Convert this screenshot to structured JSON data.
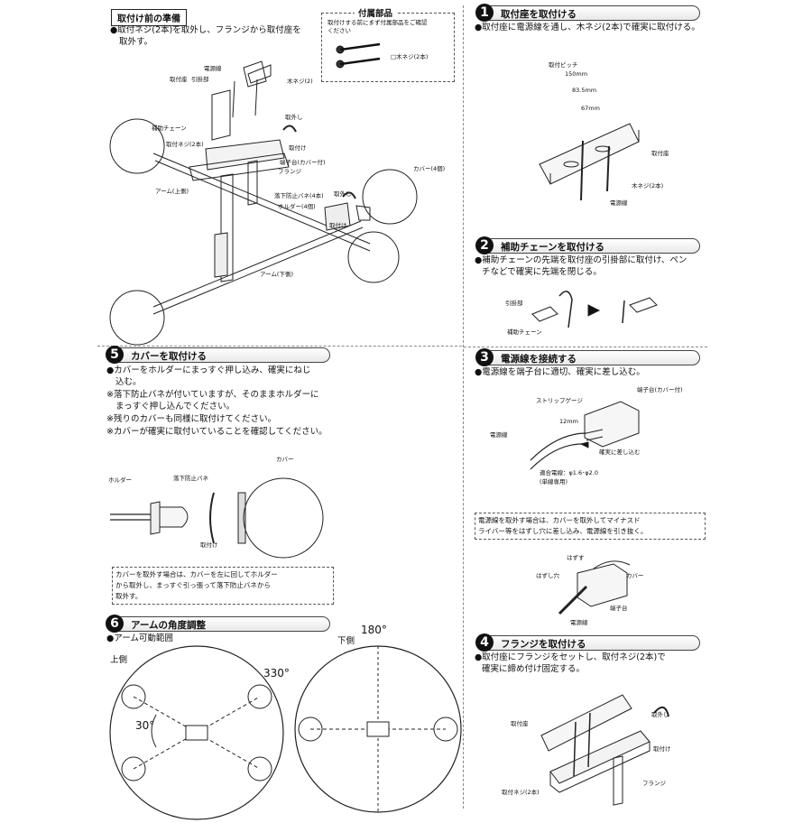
{
  "prep": {
    "title": "取付け前の準備",
    "line1": "●取付ネジ(2本)を取外し、フランジから取付座を",
    "line2": "取外す。",
    "parts_title": "付属部品",
    "parts_note1": "取付けする前にまず付属部品をご確認",
    "parts_note2": "ください",
    "parts_item": "□木ネジ(2本)",
    "labels": {
      "wire": "電源線",
      "mount": "取付座",
      "hook": "引掛部",
      "woodscrew": "木ネジ(2)",
      "chain": "補助チェーン",
      "remove": "取外し",
      "install": "取付け",
      "screws": "取付ネジ(2本)",
      "flange": "フランジ",
      "terminal": "端子台(カバー付)",
      "cover": "カバー(4個)",
      "arm_top": "アーム(上側)",
      "spring": "落下防止バネ(4本)",
      "holder": "ホルダー(4個)",
      "arm_bottom": "アーム(下側)",
      "remove2": "取外し",
      "install2": "取付け"
    }
  },
  "step1": {
    "num": "1",
    "title": "取付座を取付ける",
    "desc": "●取付座に電源線を通し、木ネジ(2本)で確実に取付ける。",
    "pitch": "取付ピッチ",
    "d150": "150mm",
    "d835": "83.5mm",
    "d67": "67mm",
    "mount": "取付座",
    "screw": "木ネジ(2本)",
    "wire": "電源線"
  },
  "step2": {
    "num": "2",
    "title": "補助チェーンを取付ける",
    "line1": "●補助チェーンの先端を取付座の引掛部に取付け、ペン",
    "line2": "チなどで確実に先端を閉じる。",
    "hook": "引掛部",
    "chain": "補助チェーン"
  },
  "step3": {
    "num": "3",
    "title": "電源線を接続する",
    "desc": "●電源線を端子台に適切、確実に差し込む。",
    "gauge": "ストリップゲージ",
    "terminal": "端子台(カバー付)",
    "mm12": "12mm",
    "wire": "電源線",
    "insert": "確実に差し込む",
    "fit1": "適合電線：φ1.6･φ2.0",
    "fit2": "(単線専用)",
    "note1": "電源線を取外す場合は、カバーを取外してマイナスド",
    "note2": "ライバー等をはずし穴に差し込み、電源線を引き抜く。",
    "hazusu": "はずす",
    "hole": "はずし穴",
    "cover": "カバー",
    "terminal2": "端子台",
    "wire2": "電源線"
  },
  "step4": {
    "num": "4",
    "title": "フランジを取付ける",
    "line1": "●取付座にフランジをセットし、取付ネジ(2本)で",
    "line2": "確実に締め付け固定する。",
    "mount": "取付座",
    "remove": "取外し",
    "install": "取付け",
    "screws": "取付ネジ(2本)",
    "flange": "フランジ"
  },
  "step5": {
    "num": "5",
    "title": "カバーを取付ける",
    "l1": "●カバーをホルダーにまっすぐ押し込み、確実にねじ",
    "l2": "込む。",
    "l3": "※落下防止バネが付いていますが、そのままホルダーに",
    "l4": "まっすぐ押し込んでください。",
    "l5": "※残りのカバーも同様に取付けてください。",
    "l6": "※カバーが確実に取付いていることを確認してください。",
    "holder": "ホルダー",
    "spring": "落下防止バネ",
    "cover": "カバー",
    "install": "取付け",
    "note1": "カバーを取外す場合は、カバーを左に回してホルダー",
    "note2": "から取外し、まっすぐ引っ張って落下防止バネから",
    "note3": "取外す。"
  },
  "step6": {
    "num": "6",
    "title": "アームの角度調整",
    "desc": "●アーム可動範囲",
    "top": "上側",
    "a330": "330°",
    "a30": "30°",
    "bottom": "下側",
    "a180": "180°"
  }
}
